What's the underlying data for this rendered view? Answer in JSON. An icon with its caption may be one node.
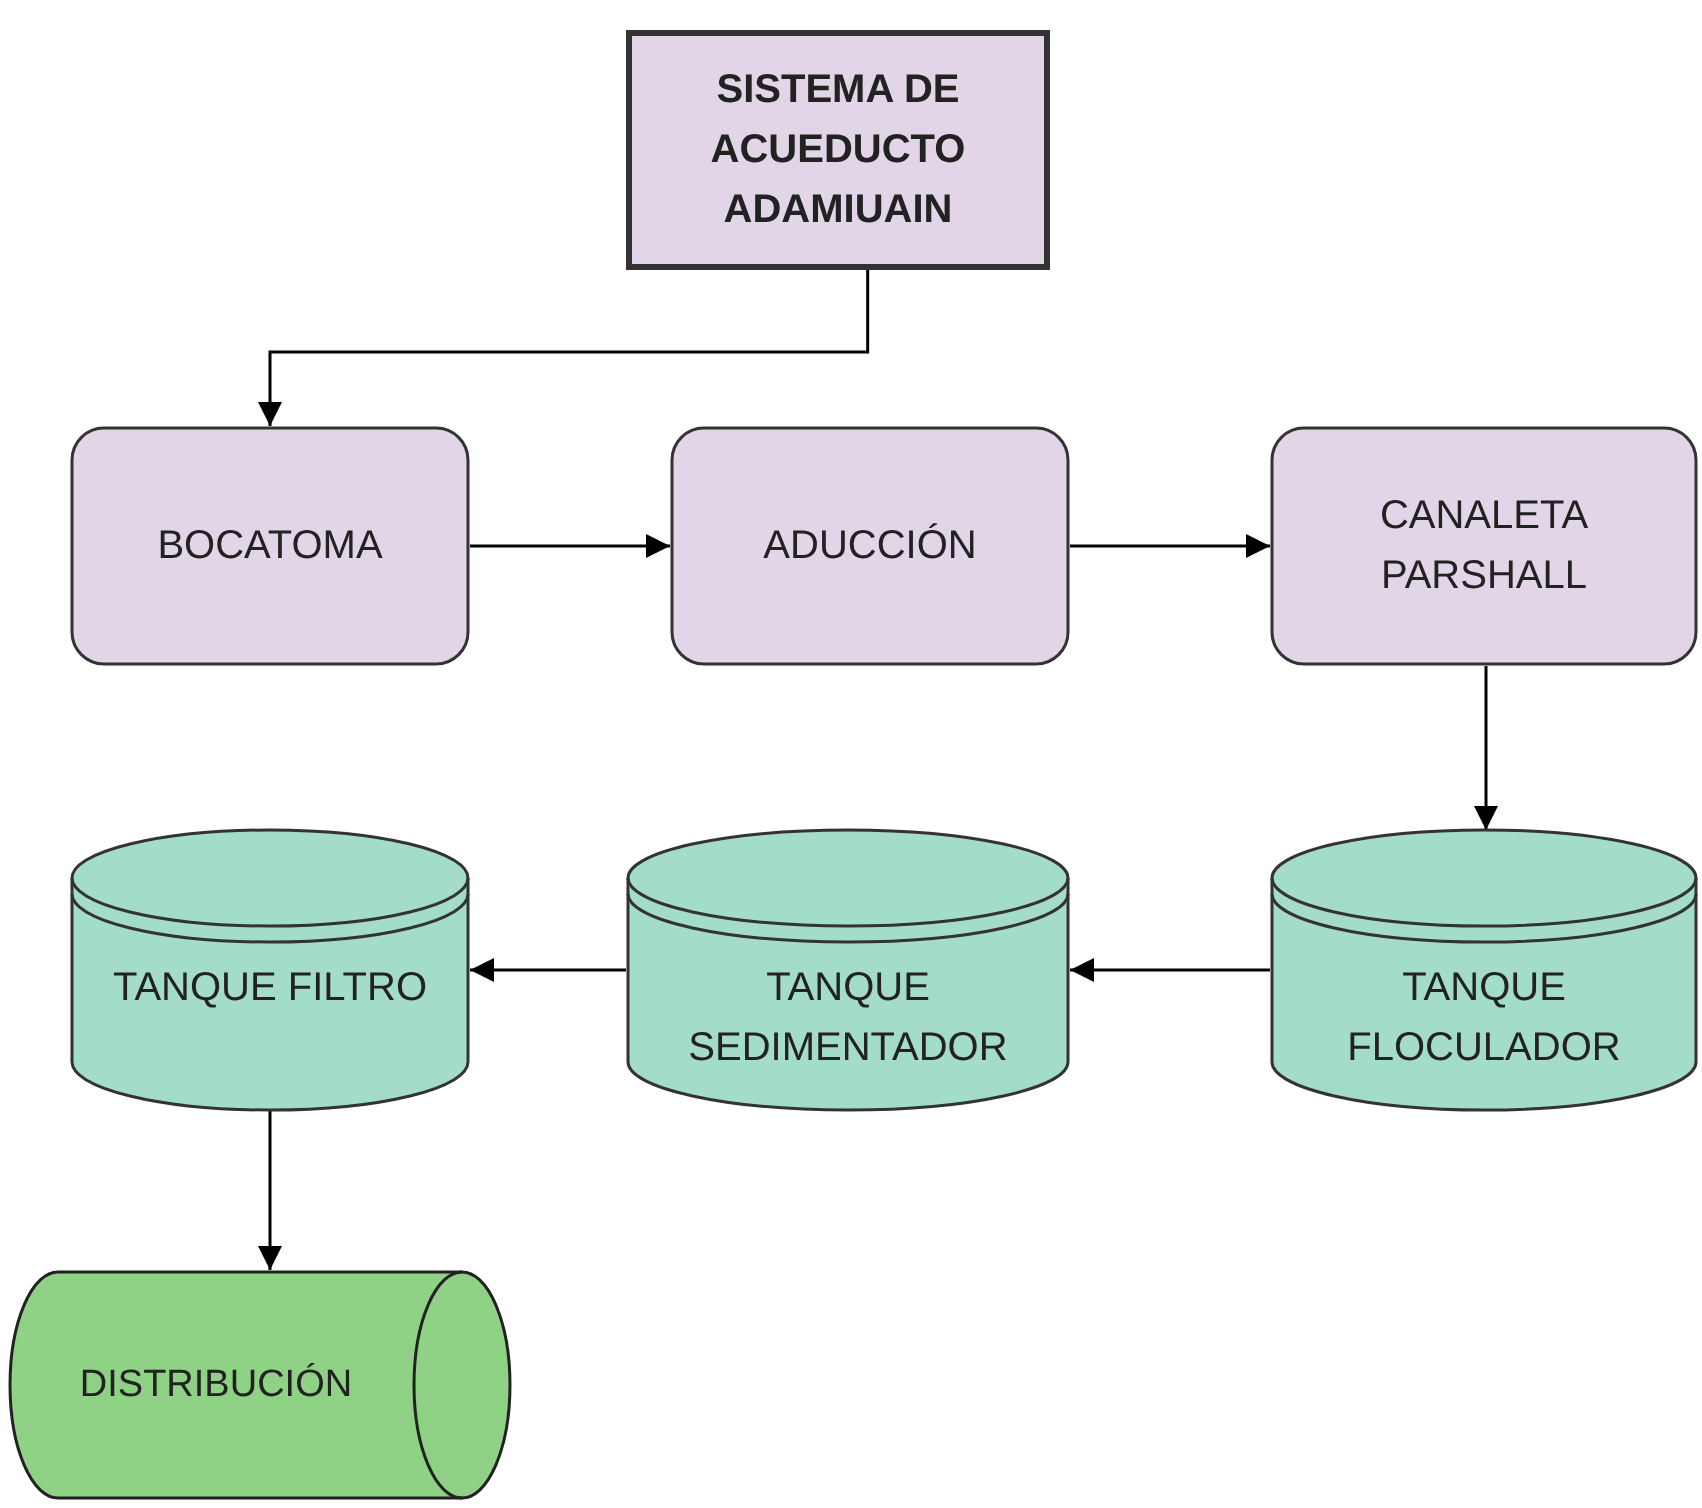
{
  "diagram": {
    "nodes": [
      {
        "text": [
          "SISTEMA DE ACUEDUCTO ADAMIUAIN"
        ]
      },
      {
        "text": [
          "BOCATOMA"
        ]
      },
      {
        "text": [
          "ADUCCIÓN"
        ]
      },
      {
        "text": [
          "CANALETA PARSHALL"
        ]
      },
      {
        "text": [
          "TANQUE FILTRO"
        ]
      },
      {
        "text": [
          "TANQUE SEDIMENTADOR"
        ]
      },
      {
        "text": [
          "TANQUE FLOCULADOR"
        ]
      },
      {
        "text": [
          "DISTRIBUCIÓN"
        ]
      }
    ],
    "edges": [
      {
        "from": 0,
        "to": 1,
        "arrow": "to"
      },
      {
        "from": 1,
        "to": 2,
        "arrow": "to"
      },
      {
        "from": 2,
        "to": 3,
        "arrow": "to"
      },
      {
        "from": 3,
        "to": 6,
        "arrow": "to"
      },
      {
        "from": 6,
        "to": 5,
        "arrow": "to"
      },
      {
        "from": 5,
        "to": 4,
        "arrow": "to"
      },
      {
        "from": 4,
        "to": 7,
        "arrow": "to"
      }
    ]
  }
}
